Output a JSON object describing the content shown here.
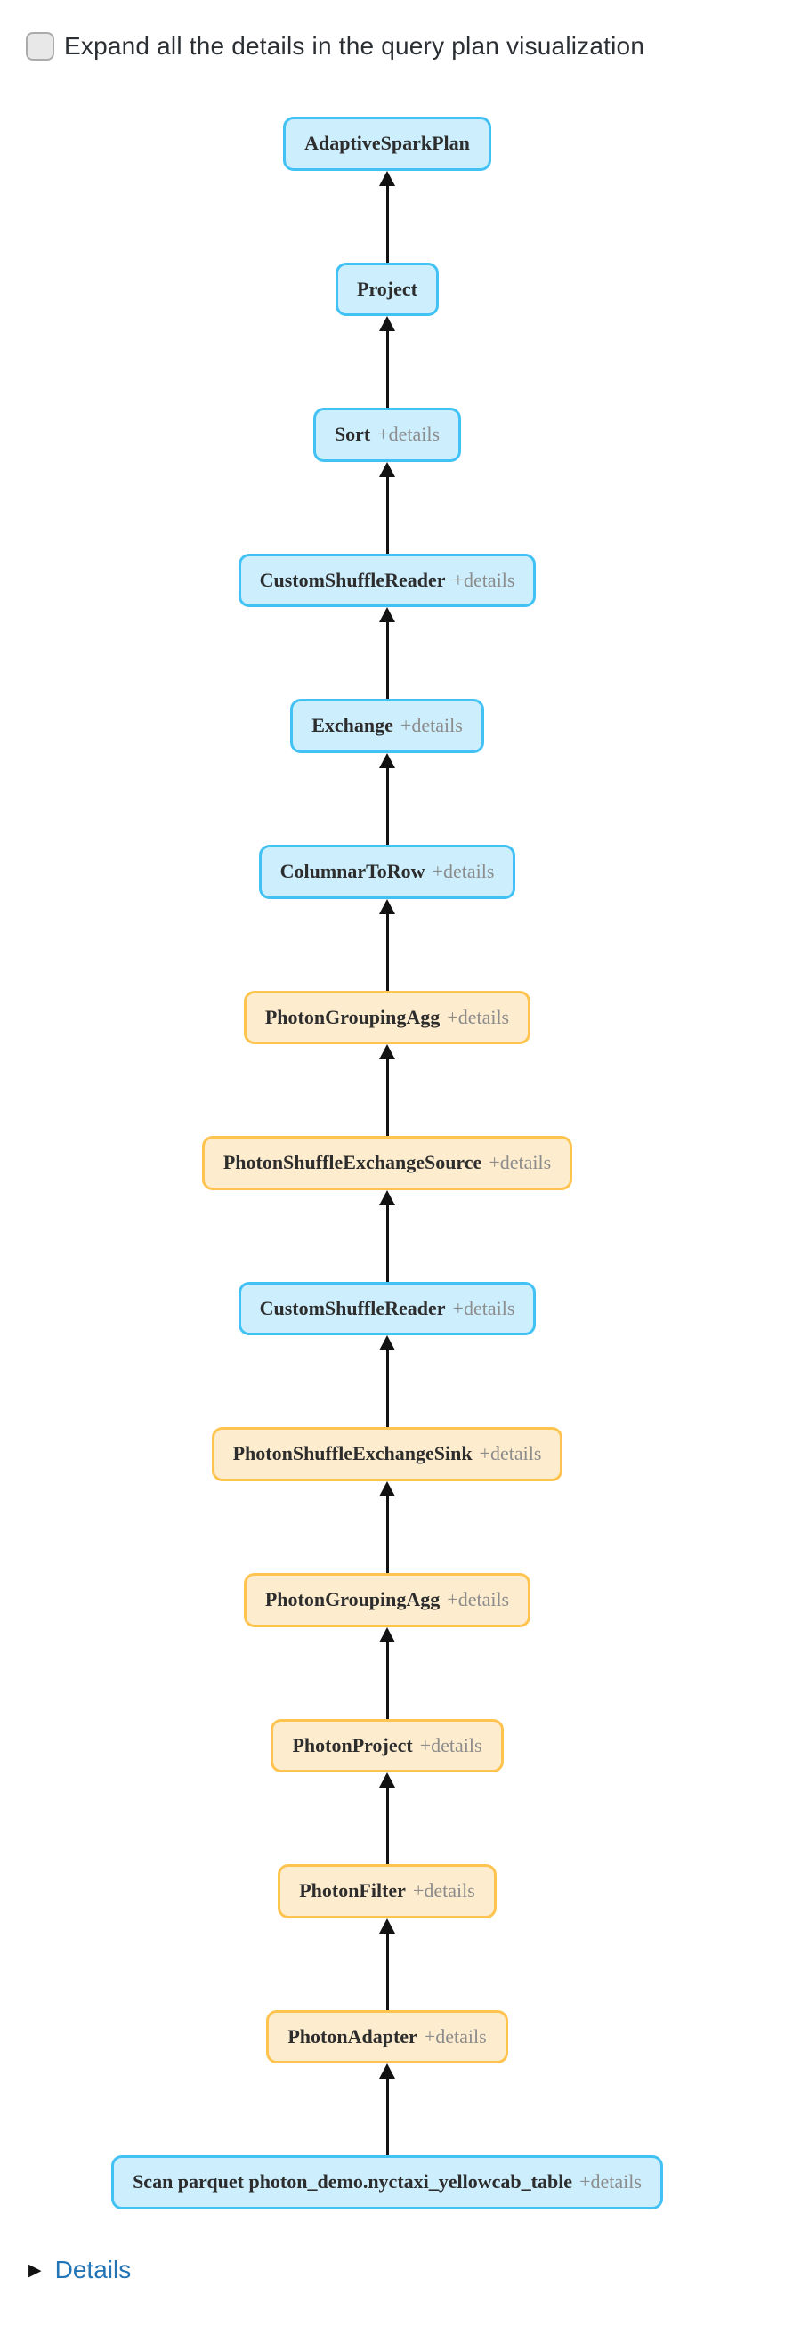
{
  "header": {
    "checkbox_label": "Expand all the details in the query plan visualization",
    "checkbox_checked": false
  },
  "diagram": {
    "details_suffix": "+details",
    "colors": {
      "spark_fill": "#cdeefd",
      "spark_border": "#42c2f4",
      "photon_fill": "#fdeccd",
      "photon_border": "#ffc34f",
      "arrow": "#121212"
    },
    "nodes": [
      {
        "label": "AdaptiveSparkPlan",
        "details": false,
        "kind": "spark"
      },
      {
        "label": "Project",
        "details": false,
        "kind": "spark"
      },
      {
        "label": "Sort",
        "details": true,
        "kind": "spark"
      },
      {
        "label": "CustomShuffleReader",
        "details": true,
        "kind": "spark"
      },
      {
        "label": "Exchange",
        "details": true,
        "kind": "spark"
      },
      {
        "label": "ColumnarToRow",
        "details": true,
        "kind": "spark"
      },
      {
        "label": "PhotonGroupingAgg",
        "details": true,
        "kind": "photon"
      },
      {
        "label": "PhotonShuffleExchangeSource",
        "details": true,
        "kind": "photon"
      },
      {
        "label": "CustomShuffleReader",
        "details": true,
        "kind": "spark"
      },
      {
        "label": "PhotonShuffleExchangeSink",
        "details": true,
        "kind": "photon"
      },
      {
        "label": "PhotonGroupingAgg",
        "details": true,
        "kind": "photon"
      },
      {
        "label": "PhotonProject",
        "details": true,
        "kind": "photon"
      },
      {
        "label": "PhotonFilter",
        "details": true,
        "kind": "photon"
      },
      {
        "label": "PhotonAdapter",
        "details": true,
        "kind": "photon"
      },
      {
        "label": "Scan parquet photon_demo.nyctaxi_yellowcab_table",
        "details": true,
        "kind": "spark"
      }
    ]
  },
  "footer": {
    "details_label": "Details"
  }
}
